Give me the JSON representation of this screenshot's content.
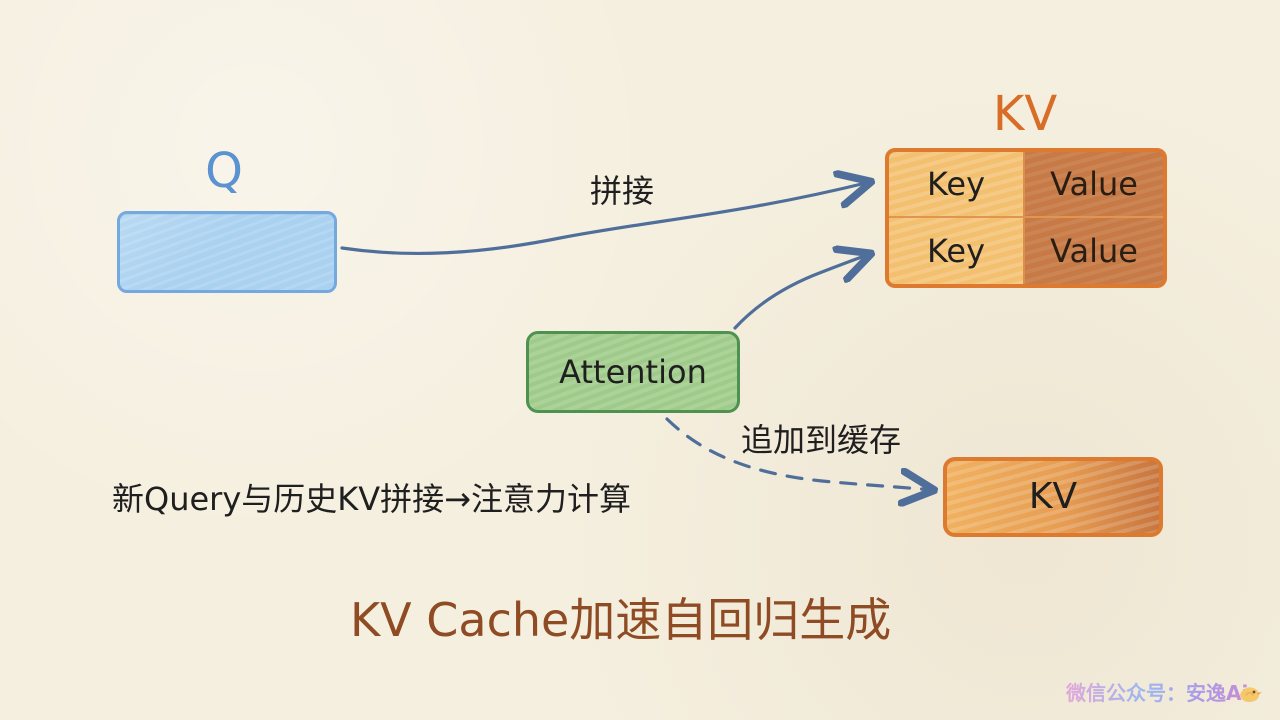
{
  "labels": {
    "q": "Q",
    "kv_top": "KV",
    "concat": "拼接",
    "append": "追加到缓存",
    "description": "新Query与历史KV拼接→注意力计算",
    "title": "KV Cache加速自回归生成",
    "watermark": "微信公众号：安逸Ai"
  },
  "kv_table": {
    "rows": [
      [
        "Key",
        "Value"
      ],
      [
        "Key",
        "Value"
      ]
    ]
  },
  "nodes": {
    "attention": "Attention",
    "kv_bottom": "KV"
  },
  "colors": {
    "background": "#f5efdf",
    "q_blue": "#5a93d0",
    "kv_orange": "#d86d27",
    "attention_green": "#9fcb8a",
    "arrow_blue": "#4f6e9a",
    "title_brown": "#8e4b24"
  }
}
